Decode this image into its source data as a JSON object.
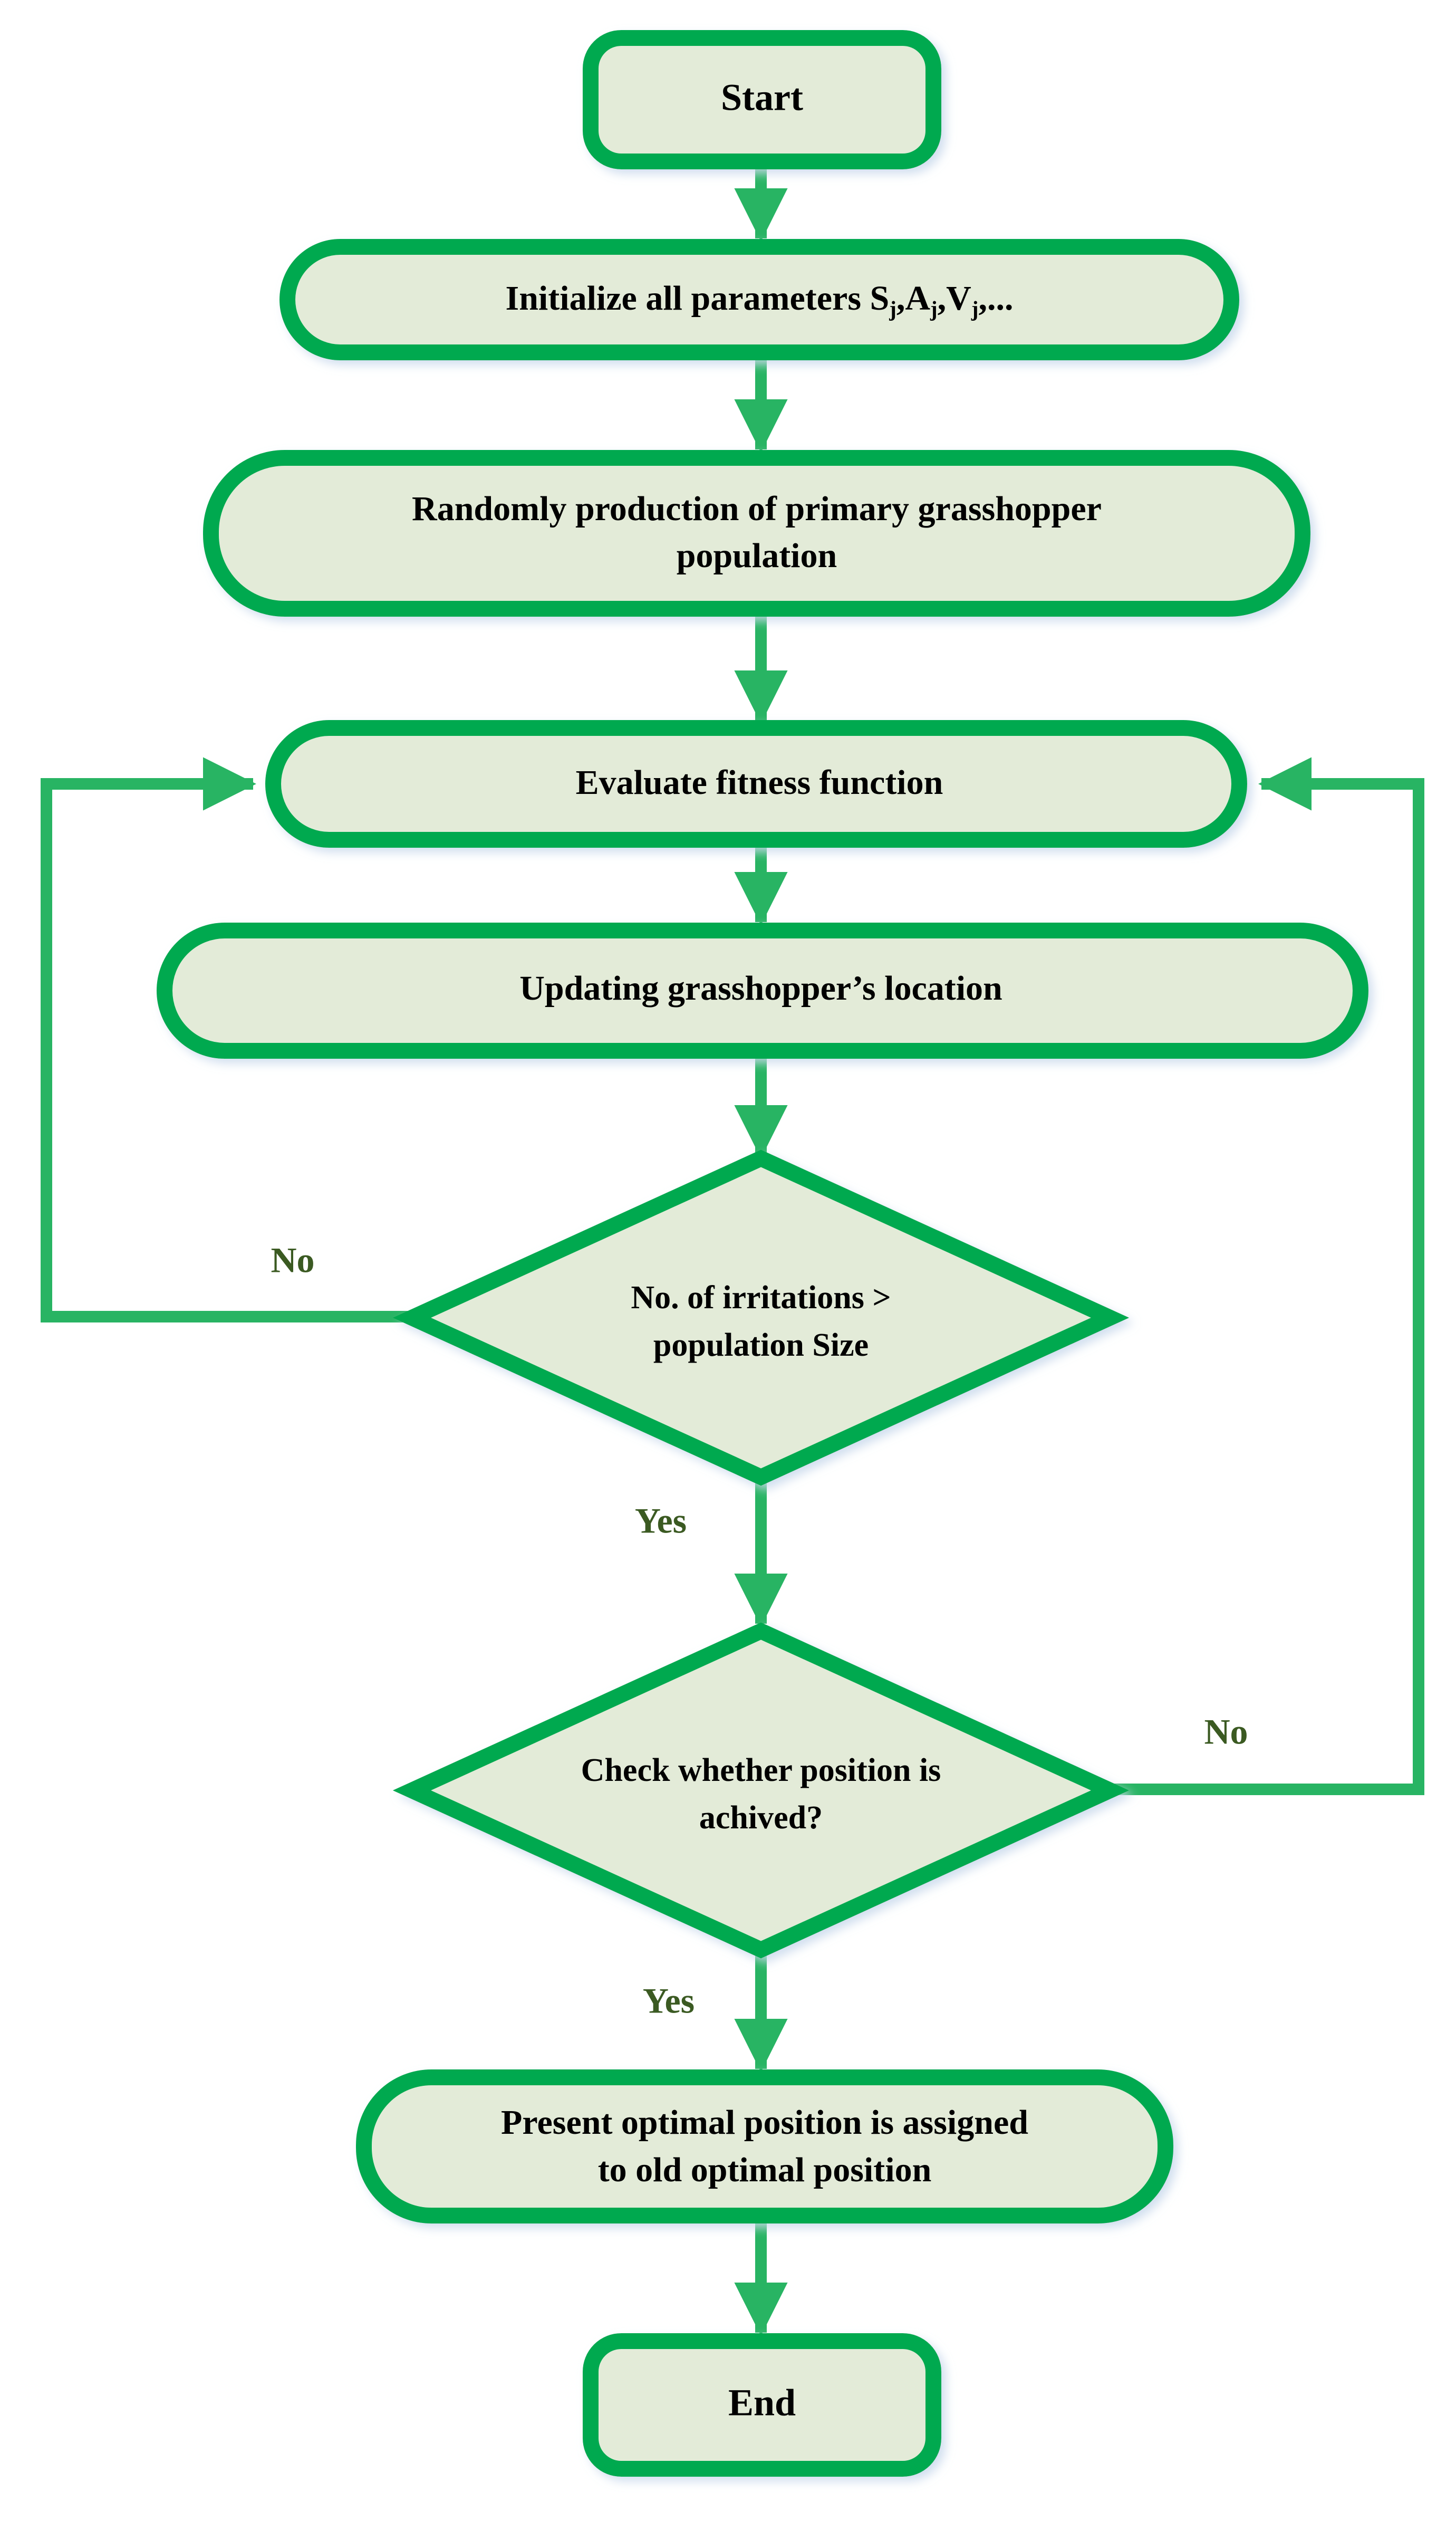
{
  "diagram": {
    "title": "Grasshopper Optimization Algorithm Flowchart",
    "type": "flowchart",
    "colors": {
      "node_border": "#00a950",
      "node_fill": "#e3ebd8",
      "connector": "#28b463",
      "connector_dark": "#00a950",
      "node_text": "#000000",
      "branch_label_text": "#3b5a22",
      "background": "#ffffff"
    },
    "nodes": [
      {
        "id": "start",
        "shape": "rounded-rectangle",
        "label": "Start"
      },
      {
        "id": "initialize",
        "shape": "stadium",
        "label_prefix": "Initialize all parameters S",
        "label_sub1": "j",
        "label_mid1": ",A",
        "label_sub2": "j",
        "label_mid2": ",V",
        "label_sub3": "j",
        "label_suffix": ",...",
        "label": "Initialize all parameters Sj,Aj,Vj,..."
      },
      {
        "id": "random-pop",
        "shape": "stadium",
        "label_line1": "Randomly production of primary grasshopper",
        "label_line2": "population"
      },
      {
        "id": "evaluate",
        "shape": "stadium",
        "label": "Evaluate fitness function"
      },
      {
        "id": "update-loc",
        "shape": "stadium",
        "label": "Updating grasshopper’s location"
      },
      {
        "id": "decision-iter",
        "shape": "diamond",
        "label_line1": "No. of irritations >",
        "label_line2": "population Size"
      },
      {
        "id": "decision-pos",
        "shape": "diamond",
        "label_line1": "Check whether position is",
        "label_line2": "achived?"
      },
      {
        "id": "present-opt",
        "shape": "stadium",
        "label_line1": "Present optimal position is assigned",
        "label_line2": "to old optimal position"
      },
      {
        "id": "end",
        "shape": "rounded-rectangle",
        "label": "End"
      }
    ],
    "branch_labels": {
      "iter_no": "No",
      "iter_yes": "Yes",
      "pos_no": "No",
      "pos_yes": "Yes"
    },
    "edges": [
      {
        "from": "start",
        "to": "initialize",
        "label": ""
      },
      {
        "from": "initialize",
        "to": "random-pop",
        "label": ""
      },
      {
        "from": "random-pop",
        "to": "evaluate",
        "label": ""
      },
      {
        "from": "evaluate",
        "to": "update-loc",
        "label": ""
      },
      {
        "from": "update-loc",
        "to": "decision-iter",
        "label": ""
      },
      {
        "from": "decision-iter",
        "to": "evaluate",
        "label": "No",
        "route": "left-feedback"
      },
      {
        "from": "decision-iter",
        "to": "decision-pos",
        "label": "Yes"
      },
      {
        "from": "decision-pos",
        "to": "evaluate",
        "label": "No",
        "route": "right-feedback"
      },
      {
        "from": "decision-pos",
        "to": "present-opt",
        "label": "Yes"
      },
      {
        "from": "present-opt",
        "to": "end",
        "label": ""
      }
    ]
  }
}
